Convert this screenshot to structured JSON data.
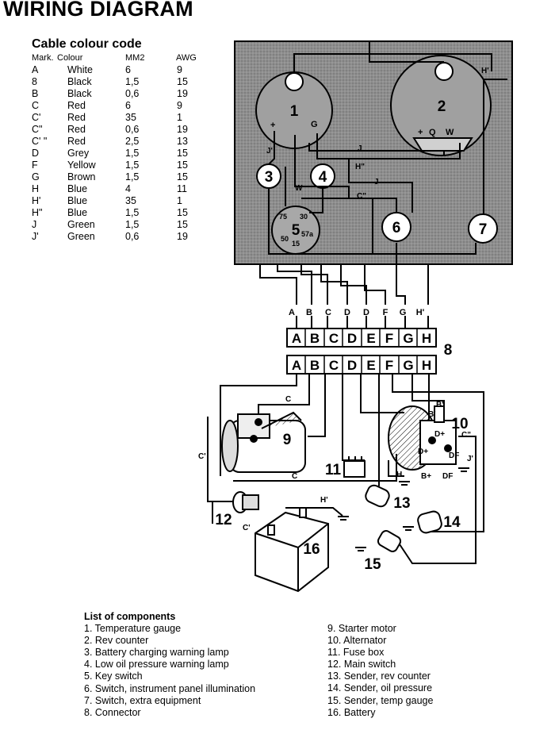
{
  "title": "WIRING DIAGRAM",
  "cable_code": {
    "title": "Cable colour code",
    "headers": [
      "Mark.",
      "Colour",
      "MM2",
      "AWG"
    ],
    "rows": [
      {
        "mark": "A",
        "colour": "White",
        "mm2": "6",
        "awg": "9"
      },
      {
        "mark": "8",
        "colour": "Black",
        "mm2": "1,5",
        "awg": "15"
      },
      {
        "mark": "B",
        "colour": "Black",
        "mm2": "0,6",
        "awg": "19"
      },
      {
        "mark": "C",
        "colour": "Red",
        "mm2": "6",
        "awg": "9"
      },
      {
        "mark": "C'",
        "colour": "Red",
        "mm2": "35",
        "awg": "1"
      },
      {
        "mark": "C\"",
        "colour": "Red",
        "mm2": "0,6",
        "awg": "19"
      },
      {
        "mark": "C' \"",
        "colour": "Red",
        "mm2": "2,5",
        "awg": "13"
      },
      {
        "mark": "D",
        "colour": "Grey",
        "mm2": "1,5",
        "awg": "15"
      },
      {
        "mark": "F",
        "colour": "Yellow",
        "mm2": "1,5",
        "awg": "15"
      },
      {
        "mark": "G",
        "colour": "Brown",
        "mm2": "1,5",
        "awg": "15"
      },
      {
        "mark": "H",
        "colour": "Blue",
        "mm2": "4",
        "awg": "11"
      },
      {
        "mark": "H'",
        "colour": "Blue",
        "mm2": "35",
        "awg": "1"
      },
      {
        "mark": "H\"",
        "colour": "Blue",
        "mm2": "1,5",
        "awg": "15"
      },
      {
        "mark": "J",
        "colour": "Green",
        "mm2": "1,5",
        "awg": "15"
      },
      {
        "mark": "J'",
        "colour": "Green",
        "mm2": "0,6",
        "awg": "19"
      }
    ]
  },
  "diagram": {
    "component_numbers": [
      "1",
      "2",
      "3",
      "4",
      "5",
      "6",
      "7",
      "8",
      "9",
      "10",
      "11",
      "12",
      "13",
      "14",
      "15",
      "16"
    ],
    "gauge_terminals": [
      "+",
      "+",
      "Q",
      "W",
      "G"
    ],
    "switch_terminals": [
      "75",
      "30",
      "57a",
      "50",
      "15"
    ],
    "wire_labels_top": [
      "A",
      "B",
      "C",
      "D",
      "D",
      "F",
      "G",
      "H'"
    ],
    "connector_letters": [
      "A",
      "B",
      "C",
      "D",
      "E",
      "F",
      "G",
      "H"
    ],
    "alternator_terminals": [
      "B'",
      "D+",
      "B+",
      "DF"
    ],
    "wire_marks": [
      "C",
      "C",
      "C'",
      "C'",
      "H",
      "H'",
      "J",
      "J'",
      "H\"",
      "C\"",
      "J",
      "H'",
      "B'",
      "C\"",
      "D+",
      "DF",
      "J'",
      "W"
    ]
  },
  "components": {
    "title": "List of components",
    "left": [
      "1. Temperature gauge",
      "2. Rev counter",
      "3. Battery charging warning lamp",
      "4. Low oil pressure warning lamp",
      "5. Key switch",
      "6. Switch, instrument panel illumination",
      "7. Switch, extra equipment",
      "8. Connector"
    ],
    "right": [
      "9. Starter motor",
      "10. Alternator",
      "11. Fuse box",
      "12. Main switch",
      "13. Sender, rev counter",
      "14. Sender, oil pressure",
      "15. Sender, temp gauge",
      "16. Battery"
    ]
  },
  "colors": {
    "panel": "#8a8a8a",
    "ink": "#000000"
  }
}
